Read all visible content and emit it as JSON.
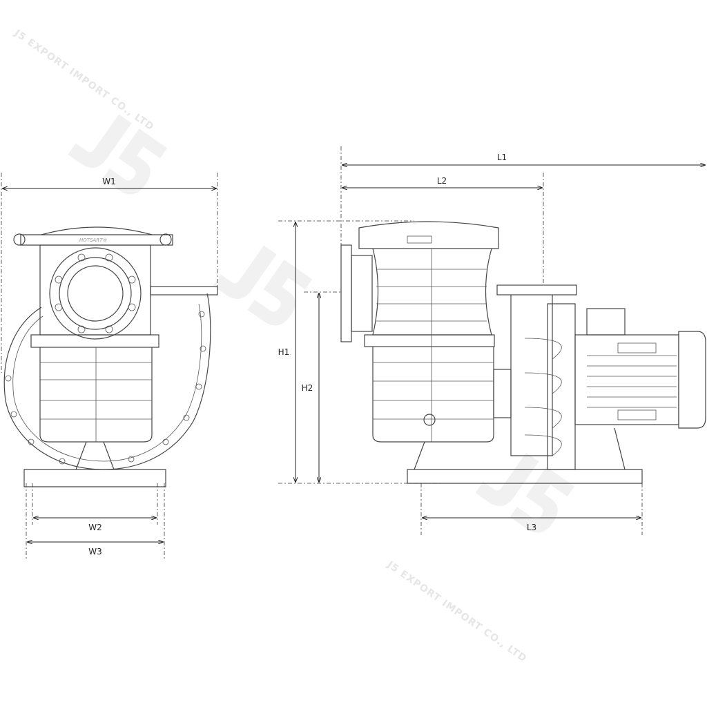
{
  "watermark": {
    "logo": "J5",
    "text": "J5 EXPORT IMPORT CO., LTD"
  },
  "brand_logo": "HOTSART®",
  "views": {
    "front": {
      "dimensions": {
        "w1": "W1",
        "w2": "W2",
        "w3": "W3"
      }
    },
    "side": {
      "dimensions": {
        "l1": "L1",
        "l2": "L2",
        "l3": "L3",
        "h1": "H1",
        "h2": "H2"
      }
    }
  }
}
